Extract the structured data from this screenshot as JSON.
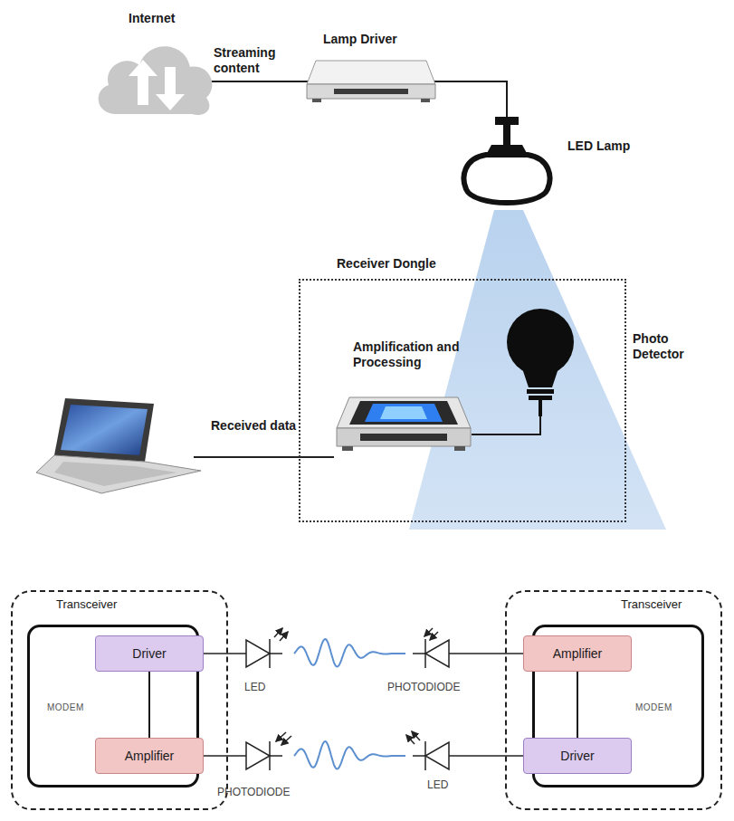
{
  "diagram": {
    "nodes": [
      {
        "text": [
          "Internet"
        ]
      },
      {
        "text": [
          "Lamp Driver"
        ]
      },
      {
        "text": [
          "LED Lamp"
        ]
      },
      {
        "text": [
          "Receiver Dongle"
        ]
      },
      {
        "text": [
          "Photo Detector"
        ],
        "in": 3
      },
      {
        "text": [
          "Amplification and Processing"
        ],
        "in": 3
      },
      {
        "text": [
          "Transceiver"
        ]
      },
      {
        "text": [
          "MODEM"
        ],
        "in": 6
      },
      {
        "text": [
          "Driver"
        ],
        "in": 7
      },
      {
        "text": [
          "Amplifier"
        ],
        "in": 7
      },
      {
        "text": [
          "Transceiver"
        ]
      },
      {
        "text": [
          "MODEM"
        ],
        "in": 10
      },
      {
        "text": [
          "Amplifier"
        ],
        "in": 11
      },
      {
        "text": [
          "Driver"
        ],
        "in": 11
      }
    ],
    "edges": [
      {
        "from": 0,
        "to": 1,
        "label": "Streaming content",
        "arrow": "none"
      },
      {
        "from": 1,
        "to": 2,
        "arrow": "none"
      },
      {
        "from": 4,
        "to": 5,
        "arrow": "none"
      },
      {
        "from": 8,
        "to": 9,
        "arrow": "none"
      },
      {
        "from": 12,
        "to": 13,
        "arrow": "none"
      }
    ],
    "labels": [
      "Received data",
      "LED",
      "PHOTODIODE",
      "PHOTODIODE",
      "LED"
    ]
  }
}
